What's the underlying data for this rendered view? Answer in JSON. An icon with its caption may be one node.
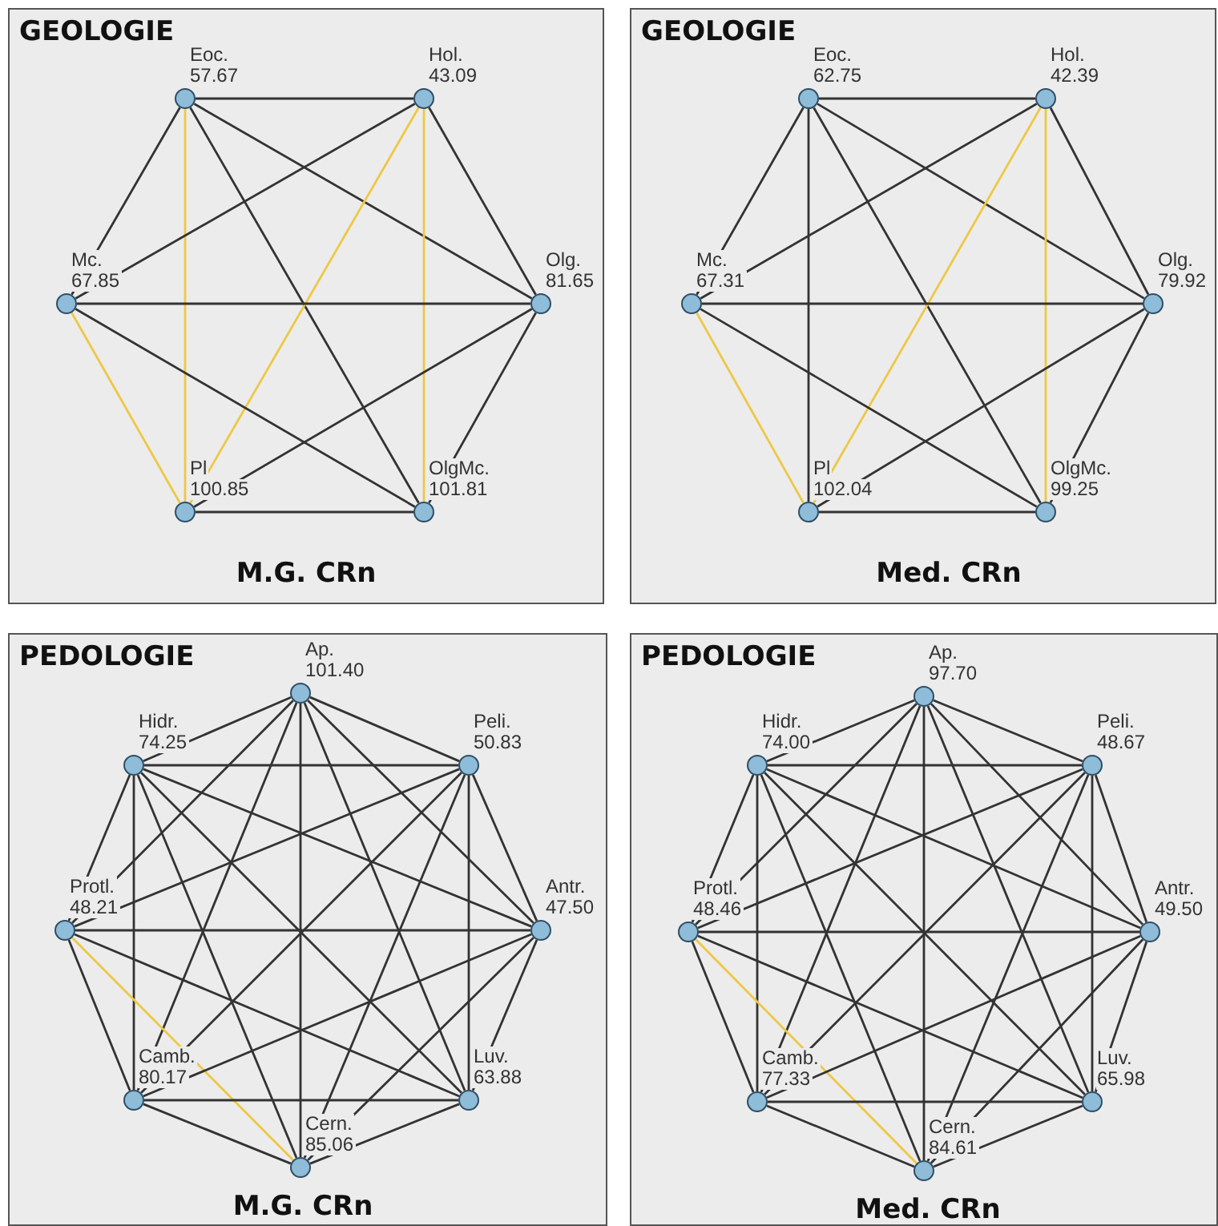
{
  "diagram": {
    "nodes": [
      {
        "text": [
          "GEOLOGIE",
          "M.G. CRn"
        ]
      },
      {
        "text": [
          "Eoc.",
          "57.67"
        ],
        "in": 0
      },
      {
        "text": [
          "Hol.",
          "43.09"
        ],
        "in": 0
      },
      {
        "text": [
          "Mc.",
          "67.85"
        ],
        "in": 0
      },
      {
        "text": [
          "Olg.",
          "81.65"
        ],
        "in": 0
      },
      {
        "text": [
          "Pl",
          "100.85"
        ],
        "in": 0
      },
      {
        "text": [
          "OlgMc.",
          "101.81"
        ],
        "in": 0
      },
      {
        "text": [
          "GEOLOGIE",
          "Med. CRn"
        ]
      },
      {
        "text": [
          "Eoc.",
          "62.75"
        ],
        "in": 7
      },
      {
        "text": [
          "Hol.",
          "42.39"
        ],
        "in": 7
      },
      {
        "text": [
          "Mc.",
          "67.31"
        ],
        "in": 7
      },
      {
        "text": [
          "Olg.",
          "79.92"
        ],
        "in": 7
      },
      {
        "text": [
          "Pl",
          "102.04"
        ],
        "in": 7
      },
      {
        "text": [
          "OlgMc.",
          "99.25"
        ],
        "in": 7
      },
      {
        "text": [
          "PEDOLOGIE",
          "M.G. CRn"
        ]
      },
      {
        "text": [
          "Ap.",
          "101.40"
        ],
        "in": 14
      },
      {
        "text": [
          "Hidr.",
          "74.25"
        ],
        "in": 14
      },
      {
        "text": [
          "Peli.",
          "50.83"
        ],
        "in": 14
      },
      {
        "text": [
          "Protl.",
          "48.21"
        ],
        "in": 14
      },
      {
        "text": [
          "Antr.",
          "47.50"
        ],
        "in": 14
      },
      {
        "text": [
          "Camb.",
          "80.17"
        ],
        "in": 14
      },
      {
        "text": [
          "Luv.",
          "63.88"
        ],
        "in": 14
      },
      {
        "text": [
          "Cern.",
          "85.06"
        ],
        "in": 14
      },
      {
        "text": [
          "PEDOLOGIE",
          "Med. CRn"
        ]
      },
      {
        "text": [
          "Ap.",
          "97.70"
        ],
        "in": 23
      },
      {
        "text": [
          "Hidr.",
          "74.00"
        ],
        "in": 23
      },
      {
        "text": [
          "Peli.",
          "48.67"
        ],
        "in": 23
      },
      {
        "text": [
          "Protl.",
          "48.46"
        ],
        "in": 23
      },
      {
        "text": [
          "Antr.",
          "49.50"
        ],
        "in": 23
      },
      {
        "text": [
          "Camb.",
          "77.33"
        ],
        "in": 23
      },
      {
        "text": [
          "Luv.",
          "65.98"
        ],
        "in": 23
      },
      {
        "text": [
          "Cern.",
          "84.61"
        ],
        "in": 23
      }
    ],
    "edges": [
      {
        "from": 1,
        "to": 2,
        "arrow": "none"
      },
      {
        "from": 1,
        "to": 3,
        "arrow": "none"
      },
      {
        "from": 1,
        "to": 4,
        "arrow": "none"
      },
      {
        "from": 1,
        "to": 5,
        "arrow": "none",
        "color": "#eec844"
      },
      {
        "from": 1,
        "to": 6,
        "arrow": "none"
      },
      {
        "from": 2,
        "to": 3,
        "arrow": "none"
      },
      {
        "from": 2,
        "to": 4,
        "arrow": "none"
      },
      {
        "from": 2,
        "to": 5,
        "arrow": "none",
        "color": "#eec844"
      },
      {
        "from": 2,
        "to": 6,
        "arrow": "none",
        "color": "#eec844"
      },
      {
        "from": 3,
        "to": 4,
        "arrow": "none"
      },
      {
        "from": 3,
        "to": 5,
        "arrow": "none",
        "color": "#eec844"
      },
      {
        "from": 3,
        "to": 6,
        "arrow": "none"
      },
      {
        "from": 4,
        "to": 5,
        "arrow": "none"
      },
      {
        "from": 4,
        "to": 6,
        "arrow": "none"
      },
      {
        "from": 5,
        "to": 6,
        "arrow": "none"
      },
      {
        "from": 8,
        "to": 9,
        "arrow": "none"
      },
      {
        "from": 8,
        "to": 10,
        "arrow": "none"
      },
      {
        "from": 8,
        "to": 11,
        "arrow": "none"
      },
      {
        "from": 8,
        "to": 12,
        "arrow": "none"
      },
      {
        "from": 8,
        "to": 13,
        "arrow": "none"
      },
      {
        "from": 9,
        "to": 10,
        "arrow": "none"
      },
      {
        "from": 9,
        "to": 11,
        "arrow": "none"
      },
      {
        "from": 9,
        "to": 12,
        "arrow": "none",
        "color": "#eec844"
      },
      {
        "from": 9,
        "to": 13,
        "arrow": "none",
        "color": "#eec844"
      },
      {
        "from": 10,
        "to": 11,
        "arrow": "none"
      },
      {
        "from": 10,
        "to": 12,
        "arrow": "none",
        "color": "#eec844"
      },
      {
        "from": 10,
        "to": 13,
        "arrow": "none"
      },
      {
        "from": 11,
        "to": 12,
        "arrow": "none"
      },
      {
        "from": 11,
        "to": 13,
        "arrow": "none"
      },
      {
        "from": 12,
        "to": 13,
        "arrow": "none"
      },
      {
        "from": 15,
        "to": 16,
        "arrow": "none"
      },
      {
        "from": 15,
        "to": 17,
        "arrow": "none"
      },
      {
        "from": 15,
        "to": 18,
        "arrow": "none"
      },
      {
        "from": 15,
        "to": 19,
        "arrow": "none"
      },
      {
        "from": 15,
        "to": 20,
        "arrow": "none"
      },
      {
        "from": 15,
        "to": 21,
        "arrow": "none"
      },
      {
        "from": 15,
        "to": 22,
        "arrow": "none"
      },
      {
        "from": 16,
        "to": 17,
        "arrow": "none"
      },
      {
        "from": 16,
        "to": 18,
        "arrow": "none"
      },
      {
        "from": 16,
        "to": 19,
        "arrow": "none"
      },
      {
        "from": 16,
        "to": 20,
        "arrow": "none"
      },
      {
        "from": 16,
        "to": 21,
        "arrow": "none"
      },
      {
        "from": 16,
        "to": 22,
        "arrow": "none"
      },
      {
        "from": 17,
        "to": 18,
        "arrow": "none"
      },
      {
        "from": 17,
        "to": 19,
        "arrow": "none"
      },
      {
        "from": 17,
        "to": 20,
        "arrow": "none"
      },
      {
        "from": 17,
        "to": 21,
        "arrow": "none"
      },
      {
        "from": 17,
        "to": 22,
        "arrow": "none"
      },
      {
        "from": 18,
        "to": 19,
        "arrow": "none"
      },
      {
        "from": 18,
        "to": 20,
        "arrow": "none"
      },
      {
        "from": 18,
        "to": 21,
        "arrow": "none"
      },
      {
        "from": 18,
        "to": 22,
        "arrow": "none",
        "color": "#eec844"
      },
      {
        "from": 19,
        "to": 20,
        "arrow": "none"
      },
      {
        "from": 19,
        "to": 21,
        "arrow": "none"
      },
      {
        "from": 19,
        "to": 22,
        "arrow": "none"
      },
      {
        "from": 20,
        "to": 21,
        "arrow": "none"
      },
      {
        "from": 20,
        "to": 22,
        "arrow": "none"
      },
      {
        "from": 21,
        "to": 22,
        "arrow": "none"
      },
      {
        "from": 24,
        "to": 25,
        "arrow": "none"
      },
      {
        "from": 24,
        "to": 26,
        "arrow": "none"
      },
      {
        "from": 24,
        "to": 27,
        "arrow": "none"
      },
      {
        "from": 24,
        "to": 28,
        "arrow": "none"
      },
      {
        "from": 24,
        "to": 29,
        "arrow": "none"
      },
      {
        "from": 24,
        "to": 30,
        "arrow": "none"
      },
      {
        "from": 24,
        "to": 31,
        "arrow": "none"
      },
      {
        "from": 25,
        "to": 26,
        "arrow": "none"
      },
      {
        "from": 25,
        "to": 27,
        "arrow": "none"
      },
      {
        "from": 25,
        "to": 28,
        "arrow": "none"
      },
      {
        "from": 25,
        "to": 29,
        "arrow": "none"
      },
      {
        "from": 25,
        "to": 30,
        "arrow": "none"
      },
      {
        "from": 25,
        "to": 31,
        "arrow": "none"
      },
      {
        "from": 26,
        "to": 27,
        "arrow": "none"
      },
      {
        "from": 26,
        "to": 28,
        "arrow": "none"
      },
      {
        "from": 26,
        "to": 29,
        "arrow": "none"
      },
      {
        "from": 26,
        "to": 30,
        "arrow": "none"
      },
      {
        "from": 26,
        "to": 31,
        "arrow": "none"
      },
      {
        "from": 27,
        "to": 28,
        "arrow": "none"
      },
      {
        "from": 27,
        "to": 29,
        "arrow": "none"
      },
      {
        "from": 27,
        "to": 30,
        "arrow": "none"
      },
      {
        "from": 27,
        "to": 31,
        "arrow": "none",
        "color": "#eec844"
      },
      {
        "from": 28,
        "to": 29,
        "arrow": "none"
      },
      {
        "from": 28,
        "to": 30,
        "arrow": "none"
      },
      {
        "from": 28,
        "to": 31,
        "arrow": "none"
      },
      {
        "from": 29,
        "to": 30,
        "arrow": "none"
      },
      {
        "from": 29,
        "to": 31,
        "arrow": "none"
      },
      {
        "from": 30,
        "to": 31,
        "arrow": "none"
      }
    ]
  }
}
